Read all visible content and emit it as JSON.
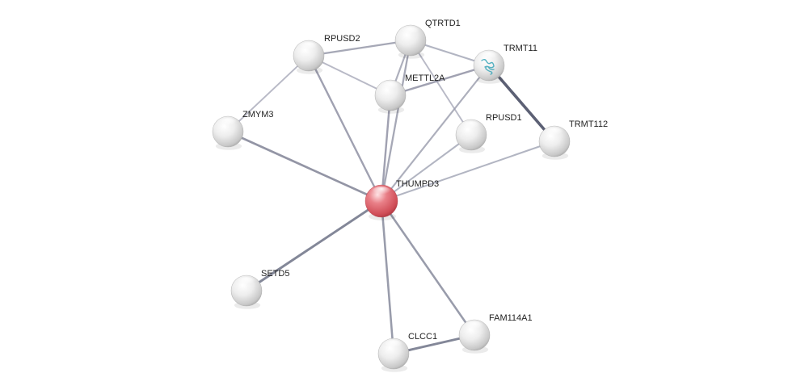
{
  "network": {
    "nodes": [
      {
        "id": "THUMPD3",
        "label": "THUMPD3",
        "query": true,
        "has_structure": false
      },
      {
        "id": "RPUSD2",
        "label": "RPUSD2",
        "query": false,
        "has_structure": false
      },
      {
        "id": "QTRTD1",
        "label": "QTRTD1",
        "query": false,
        "has_structure": false
      },
      {
        "id": "TRMT11",
        "label": "TRMT11",
        "query": false,
        "has_structure": true
      },
      {
        "id": "METTL2A",
        "label": "METTL2A",
        "query": false,
        "has_structure": false
      },
      {
        "id": "ZMYM3",
        "label": "ZMYM3",
        "query": false,
        "has_structure": false
      },
      {
        "id": "RPUSD1",
        "label": "RPUSD1",
        "query": false,
        "has_structure": false
      },
      {
        "id": "TRMT112",
        "label": "TRMT112",
        "query": false,
        "has_structure": false
      },
      {
        "id": "SETD5",
        "label": "SETD5",
        "query": false,
        "has_structure": false
      },
      {
        "id": "CLCC1",
        "label": "CLCC1",
        "query": false,
        "has_structure": false
      },
      {
        "id": "FAM114A1",
        "label": "FAM114A1",
        "query": false,
        "has_structure": false
      }
    ],
    "edges": [
      {
        "source": "THUMPD3",
        "target": "ZMYM3",
        "strength": 0.65
      },
      {
        "source": "THUMPD3",
        "target": "RPUSD2",
        "strength": 0.55
      },
      {
        "source": "THUMPD3",
        "target": "QTRTD1",
        "strength": 0.5
      },
      {
        "source": "THUMPD3",
        "target": "METTL2A",
        "strength": 0.55
      },
      {
        "source": "THUMPD3",
        "target": "TRMT11",
        "strength": 0.45
      },
      {
        "source": "THUMPD3",
        "target": "RPUSD1",
        "strength": 0.4
      },
      {
        "source": "THUMPD3",
        "target": "TRMT112",
        "strength": 0.4
      },
      {
        "source": "THUMPD3",
        "target": "SETD5",
        "strength": 0.75
      },
      {
        "source": "THUMPD3",
        "target": "CLCC1",
        "strength": 0.6
      },
      {
        "source": "THUMPD3",
        "target": "FAM114A1",
        "strength": 0.6
      },
      {
        "source": "RPUSD2",
        "target": "QTRTD1",
        "strength": 0.5
      },
      {
        "source": "RPUSD2",
        "target": "ZMYM3",
        "strength": 0.35
      },
      {
        "source": "RPUSD2",
        "target": "METTL2A",
        "strength": 0.35
      },
      {
        "source": "QTRTD1",
        "target": "METTL2A",
        "strength": 0.45
      },
      {
        "source": "QTRTD1",
        "target": "TRMT11",
        "strength": 0.4
      },
      {
        "source": "QTRTD1",
        "target": "RPUSD1",
        "strength": 0.35
      },
      {
        "source": "METTL2A",
        "target": "TRMT11",
        "strength": 0.55
      },
      {
        "source": "TRMT11",
        "target": "TRMT112",
        "strength": 1.0
      },
      {
        "source": "CLCC1",
        "target": "FAM114A1",
        "strength": 0.75
      }
    ]
  },
  "colors": {
    "node_fill": "#e6e6e6",
    "node_highlight": "#ffffff",
    "node_shadow": "#9a9a9a",
    "query_node_fill": "#d9636c",
    "query_node_highlight": "#ffd9dc",
    "query_node_shadow": "#a8343d",
    "edge_base": "#a0a2b4",
    "edge_strong": "#5c6074",
    "structure_icon": "#3aa6b8"
  }
}
